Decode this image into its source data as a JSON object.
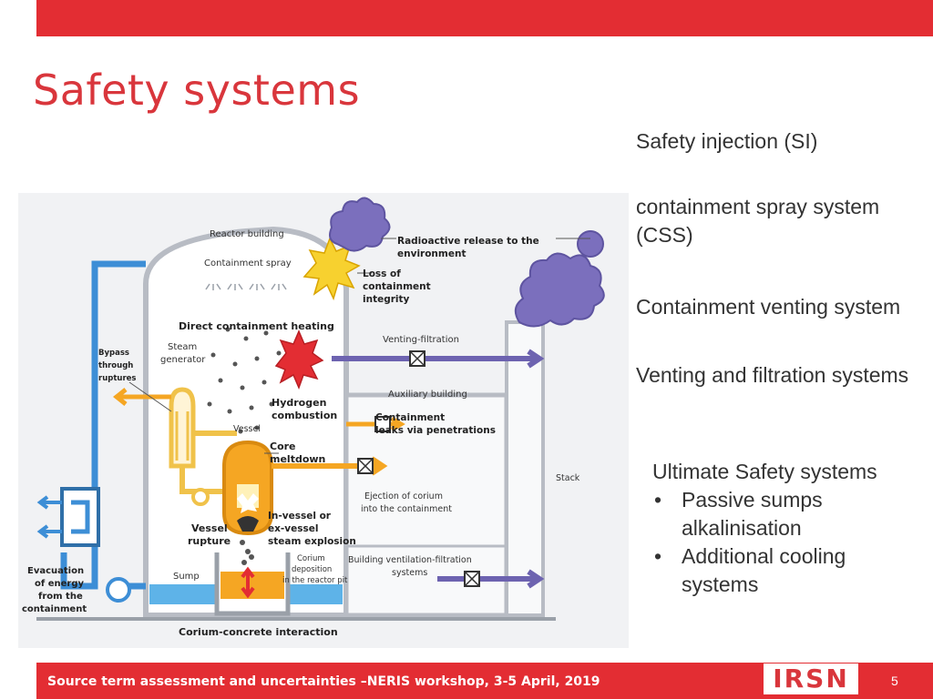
{
  "slide": {
    "title": "Safety systems",
    "footer": "Source term assessment and uncertainties –NERIS workshop, 3-5 April, 2019",
    "page_number": "5",
    "logo_text": "IRSN"
  },
  "side_items": [
    "Safety injection (SI)",
    "containment spray system (CSS)",
    "Containment venting system",
    "Venting and filtration systems"
  ],
  "ultimate": {
    "heading": "Ultimate Safety systems",
    "bullets": [
      "Passive sumps alkalinisation",
      "Additional cooling systems"
    ]
  },
  "diagram_labels": {
    "reactor_building": "Reactor building",
    "containment_spray": "Containment spray",
    "radioactive_release_1": "Radioactive release to the",
    "radioactive_release_2": "environment",
    "loss_1": "Loss of",
    "loss_2": "containment",
    "loss_3": "integrity",
    "direct_heating": "Direct containment heating",
    "bypass_1": "Bypass",
    "bypass_2": "through",
    "bypass_3": "ruptures",
    "steam_1": "Steam",
    "steam_2": "generator",
    "venting_filtration": "Venting-filtration",
    "auxiliary_building": "Auxiliary building",
    "hydrogen_1": "Hydrogen",
    "hydrogen_2": "combustion",
    "containment_leaks_1": "Containment",
    "containment_leaks_2": "leaks via penetrations",
    "vessel": "Vessel",
    "core_1": "Core",
    "core_2": "meltdown",
    "stack": "Stack",
    "ejection_1": "Ejection of corium",
    "ejection_2": "into the containment",
    "vessel_rupture_1": "Vessel",
    "vessel_rupture_2": "rupture",
    "invessel_1": "In-vessel or",
    "invessel_2": "ex-vessel",
    "invessel_3": "steam explosion",
    "corium_dep_1": "Corium",
    "corium_dep_2": "deposition",
    "corium_dep_3": "in the reactor pit",
    "building_vent_1": "Building ventilation-filtration",
    "building_vent_2": "systems",
    "evac_1": "Evacuation",
    "evac_2": "of energy",
    "evac_3": "from the",
    "evac_4": "containment",
    "sump": "Sump",
    "corium_concrete": "Corium-concrete interaction"
  }
}
